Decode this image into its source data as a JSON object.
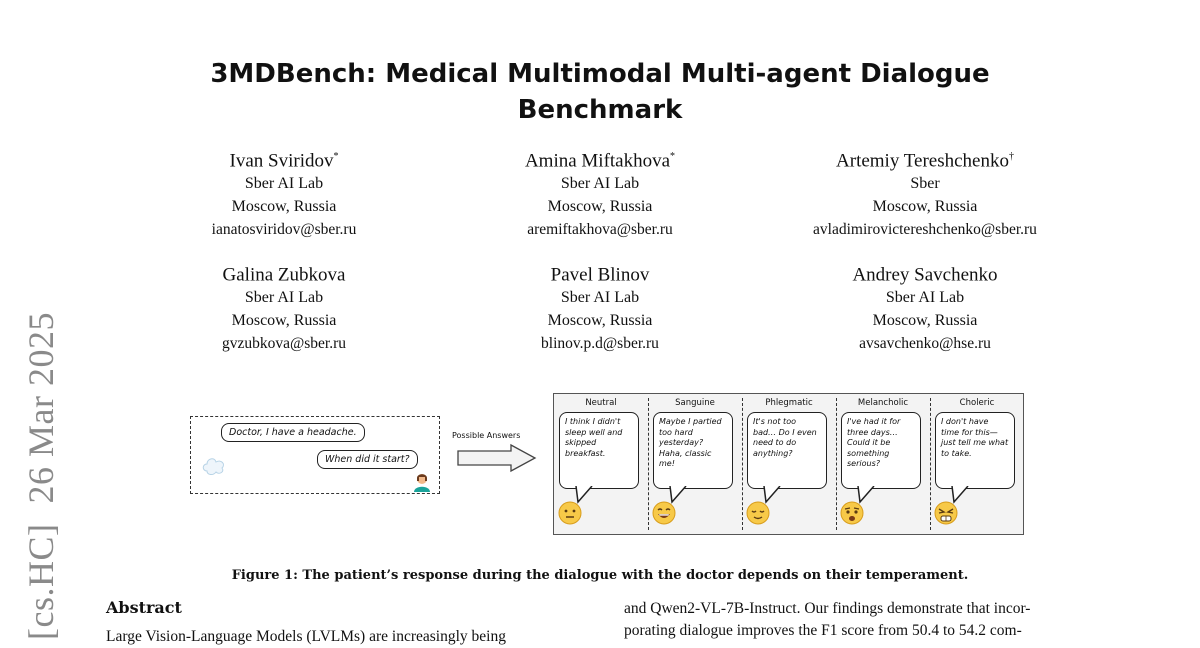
{
  "title": {
    "line1": "3MDBench: Medical Multimodal Multi-agent Dialogue",
    "line2": "Benchmark"
  },
  "authors": [
    {
      "name": "Ivan Sviridov",
      "mark": "*",
      "affiliation": "Sber AI Lab",
      "location": "Moscow, Russia",
      "email": "ianatosviridov@sber.ru"
    },
    {
      "name": "Amina Miftakhova",
      "mark": "*",
      "affiliation": "Sber AI Lab",
      "location": "Moscow, Russia",
      "email": "aremiftakhova@sber.ru"
    },
    {
      "name": "Artemiy Tereshchenko",
      "mark": "†",
      "affiliation": "Sber",
      "location": "Moscow, Russia",
      "email": "avladimirovictereshchenko@sber.ru"
    },
    {
      "name": "Galina Zubkova",
      "mark": "",
      "affiliation": "Sber AI Lab",
      "location": "Moscow, Russia",
      "email": "gvzubkova@sber.ru"
    },
    {
      "name": "Pavel Blinov",
      "mark": "",
      "affiliation": "Sber AI Lab",
      "location": "Moscow, Russia",
      "email": "blinov.p.d@sber.ru"
    },
    {
      "name": "Andrey Savchenko",
      "mark": "",
      "affiliation": "Sber AI Lab",
      "location": "Moscow, Russia",
      "email": "avsavchenko@hse.ru"
    }
  ],
  "arxiv": {
    "category": "[cs.HC]",
    "date": "26 Mar 2025"
  },
  "figure": {
    "dialogue": {
      "patient_line": "Doctor, I have a headache.",
      "doctor_line": "When did it start?"
    },
    "arrow_label": "Possible Answers",
    "temperaments": [
      {
        "label": "Neutral",
        "text": "I think I didn't sleep well and skipped breakfast.",
        "icon": "neutral-face-icon"
      },
      {
        "label": "Sanguine",
        "text": "Maybe I partied too hard yesterday? Haha, classic me!",
        "icon": "grinning-face-icon"
      },
      {
        "label": "Phlegmatic",
        "text": "It's not too bad… Do I even need to do anything?",
        "icon": "relieved-face-icon"
      },
      {
        "label": "Melancholic",
        "text": "I've had it for three days… Could it be something serious?",
        "icon": "worried-face-icon"
      },
      {
        "label": "Choleric",
        "text": "I don't have time for this—just tell me what to take.",
        "icon": "frustrated-face-icon"
      }
    ],
    "caption": "Figure 1: The patient’s response during the dialogue with the doctor depends on their temperament."
  },
  "abstract": {
    "heading": "Abstract",
    "left_line": "Large Vision-Language Models (LVLMs) are increasingly being",
    "right_line1": "and Qwen2-VL-7B-Instruct. Our findings demonstrate that incor-",
    "right_line2": "porating dialogue improves the F1 score from 50.4 to 54.2 com-"
  }
}
